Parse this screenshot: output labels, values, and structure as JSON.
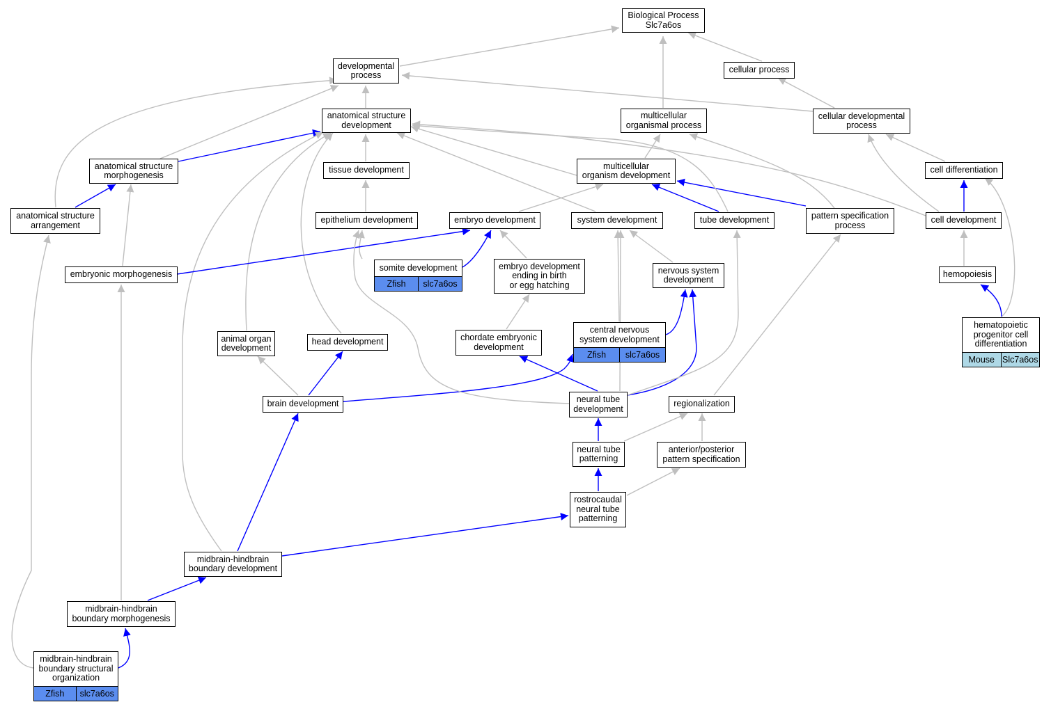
{
  "colors": {
    "part_of_edge": "#bfbfbf",
    "is_a_edge": "#0000ff",
    "zfish_cell": "#5b8def",
    "mouse_cell": "#aed8e6"
  },
  "nodes": [
    {
      "id": "bp",
      "label": "Biological Process\nSlc7a6os"
    },
    {
      "id": "dev",
      "label": "developmental\nprocess"
    },
    {
      "id": "cp",
      "label": "cellular process"
    },
    {
      "id": "asd",
      "label": "anatomical structure\ndevelopment"
    },
    {
      "id": "mop",
      "label": "multicellular\norganismal process"
    },
    {
      "id": "cdp",
      "label": "cellular developmental\nprocess"
    },
    {
      "id": "asm",
      "label": "anatomical structure\nmorphogenesis"
    },
    {
      "id": "td",
      "label": "tissue development"
    },
    {
      "id": "mod",
      "label": "multicellular\norganism development"
    },
    {
      "id": "cdiff",
      "label": "cell differentiation"
    },
    {
      "id": "asa",
      "label": "anatomical structure\narrangement"
    },
    {
      "id": "epi",
      "label": "epithelium development"
    },
    {
      "id": "embd",
      "label": "embryo development"
    },
    {
      "id": "sysd",
      "label": "system development"
    },
    {
      "id": "tubed",
      "label": "tube development"
    },
    {
      "id": "psp",
      "label": "pattern specification\nprocess"
    },
    {
      "id": "celld",
      "label": "cell development"
    },
    {
      "id": "emorph",
      "label": "embryonic morphogenesis"
    },
    {
      "id": "somite",
      "label": "somite development",
      "footer": [
        "Zfish",
        "slc7a6os"
      ],
      "footer_color": "#5b8def"
    },
    {
      "id": "ebirth",
      "label": "embryo development\nending in birth\nor egg hatching"
    },
    {
      "id": "nsd",
      "label": "nervous system\ndevelopment"
    },
    {
      "id": "hemo",
      "label": "hemopoiesis"
    },
    {
      "id": "hpcd",
      "label": "hematopoietic\nprogenitor cell\ndifferentiation",
      "footer": [
        "Mouse",
        "Slc7a6os"
      ],
      "footer_color": "#aed8e6"
    },
    {
      "id": "aod",
      "label": "animal organ\ndevelopment"
    },
    {
      "id": "headd",
      "label": "head development"
    },
    {
      "id": "chord",
      "label": "chordate embryonic\ndevelopment"
    },
    {
      "id": "cnsd",
      "label": "central nervous\nsystem development",
      "footer": [
        "Zfish",
        "slc7a6os"
      ],
      "footer_color": "#5b8def"
    },
    {
      "id": "braind",
      "label": "brain development"
    },
    {
      "id": "ntd",
      "label": "neural tube\ndevelopment"
    },
    {
      "id": "regio",
      "label": "regionalization"
    },
    {
      "id": "ntp",
      "label": "neural tube\npatterning"
    },
    {
      "id": "apps",
      "label": "anterior/posterior\npattern specification"
    },
    {
      "id": "rntp",
      "label": "rostrocaudal\nneural tube\npatterning"
    },
    {
      "id": "mhbd",
      "label": "midbrain-hindbrain\nboundary development"
    },
    {
      "id": "mhbm",
      "label": "midbrain-hindbrain\nboundary morphogenesis"
    },
    {
      "id": "mhbso",
      "label": "midbrain-hindbrain\nboundary structural\norganization",
      "footer": [
        "Zfish",
        "slc7a6os"
      ],
      "footer_color": "#5b8def"
    }
  ]
}
